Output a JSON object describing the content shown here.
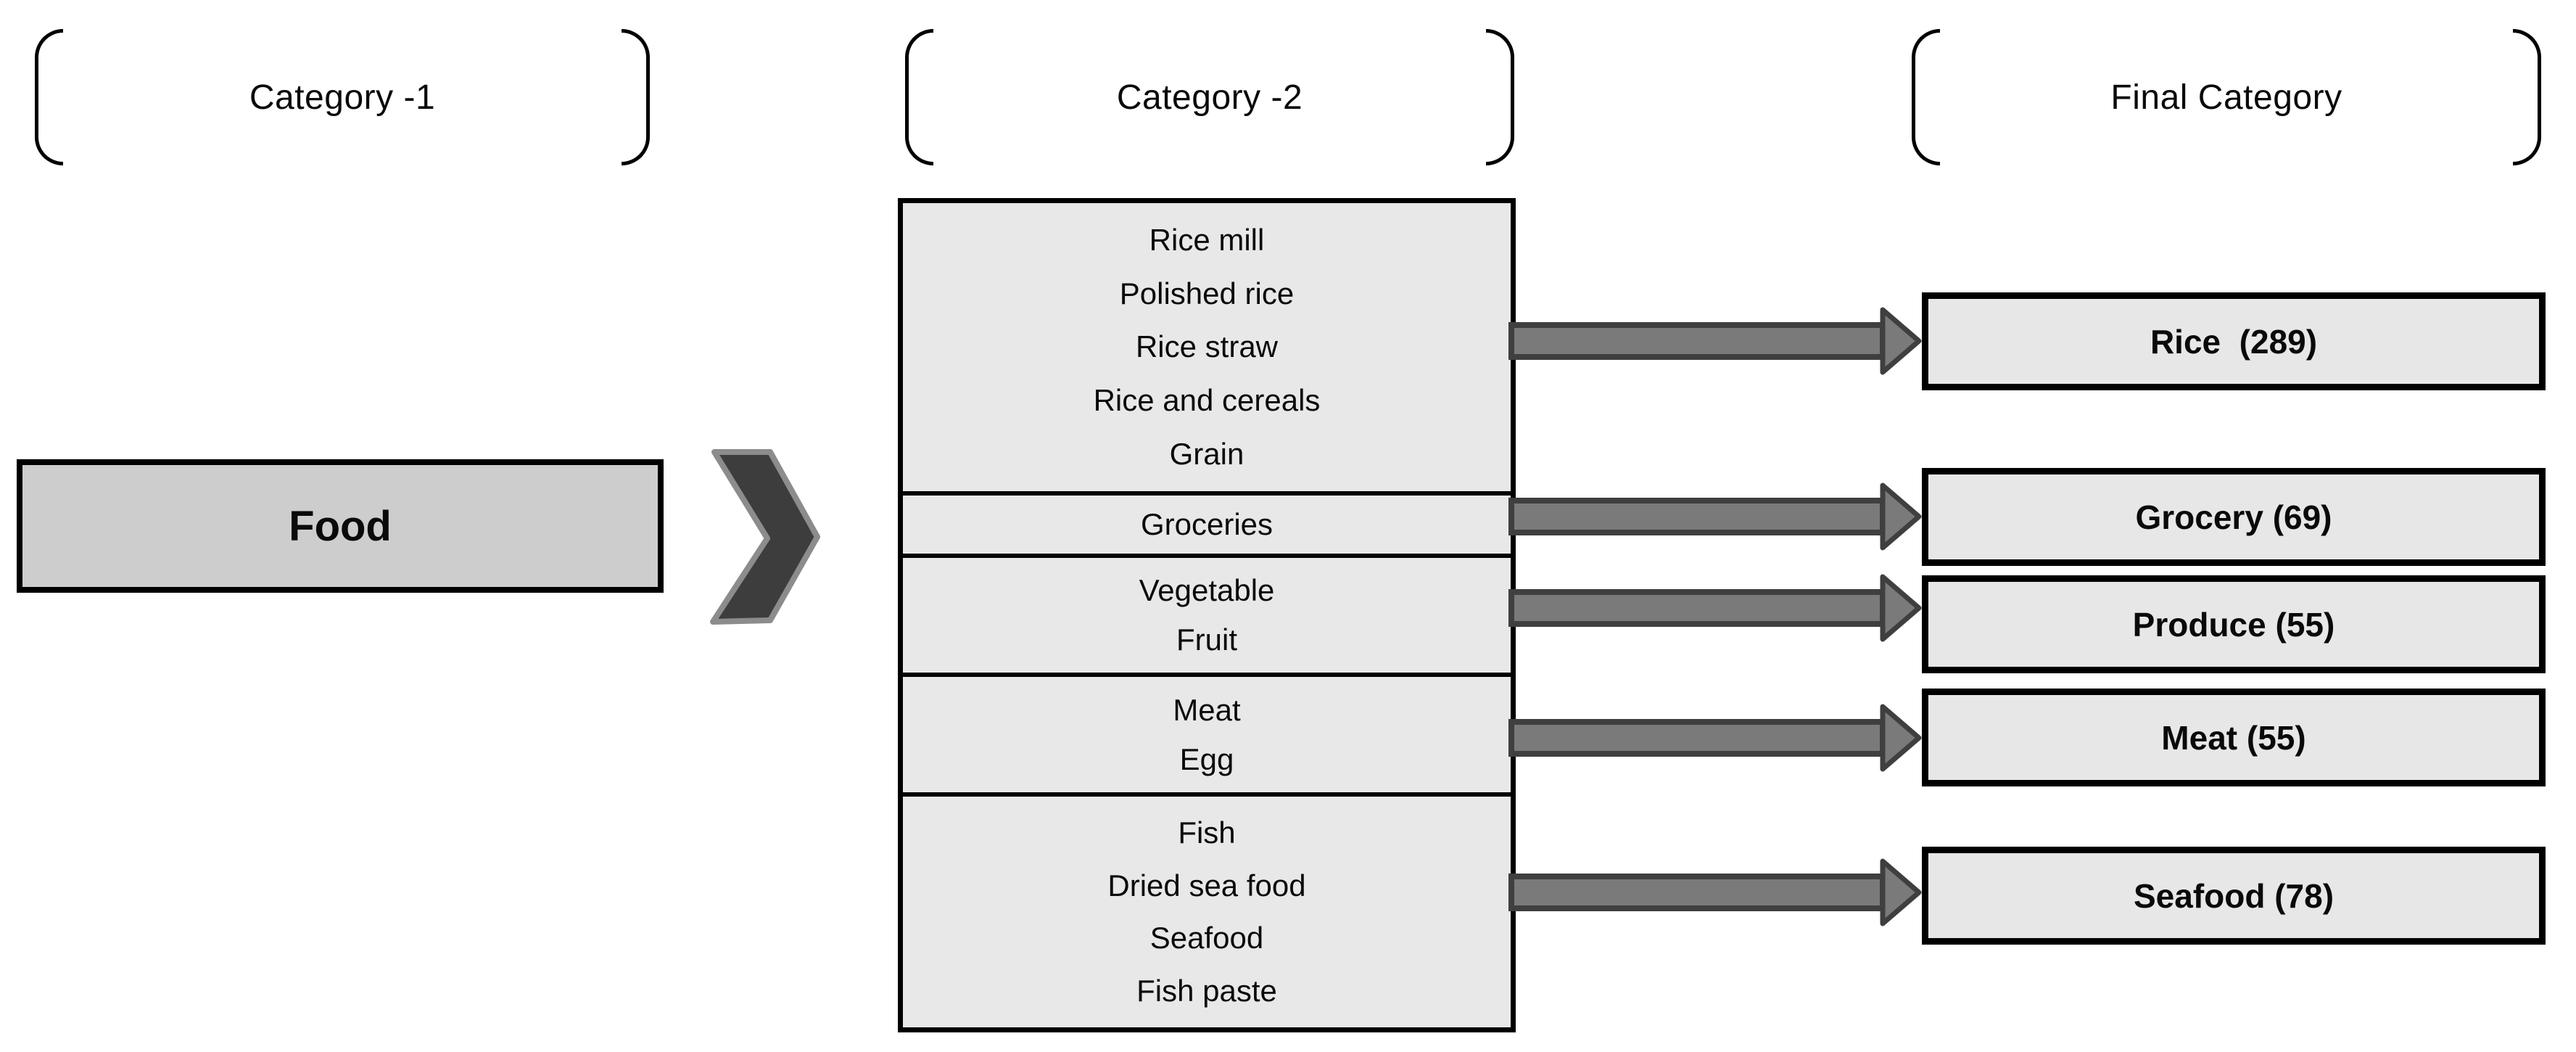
{
  "columns": {
    "category1": {
      "header": "Category -1"
    },
    "category2": {
      "header": "Category -2"
    },
    "final": {
      "header": "Final Category"
    }
  },
  "source": {
    "label": "Food"
  },
  "groups": [
    {
      "items": [
        "Rice mill",
        "Polished rice",
        "Rice straw",
        "Rice and cereals",
        "Grain"
      ],
      "final_label": "Rice  (289)"
    },
    {
      "items": [
        "Groceries"
      ],
      "final_label": "Grocery (69)"
    },
    {
      "items": [
        "Vegetable",
        "Fruit"
      ],
      "final_label": "Produce (55)"
    },
    {
      "items": [
        "Meat",
        "Egg"
      ],
      "final_label": "Meat (55)"
    },
    {
      "items": [
        "Fish",
        "Dried sea food",
        "Seafood",
        "Fish paste"
      ],
      "final_label": "Seafood (78)"
    }
  ],
  "icons": {
    "chevron": "chevron-right-icon",
    "arrow": "arrow-right-icon",
    "bracket_left": "bracket-left-icon",
    "bracket_right": "bracket-right-icon"
  },
  "colors": {
    "canvas_bg": "#ffffff",
    "source_fill": "#cdcdcd",
    "list_fill": "#e8e8e8",
    "final_fill": "#e7e7e7",
    "border": "#000000",
    "arrow_fill": "#7a7a7a",
    "arrow_outline": "#3f3f3f",
    "chevron_fill": "#3d3d3d",
    "chevron_outline": "#8c8c8c",
    "text": "#0a0a0a"
  }
}
